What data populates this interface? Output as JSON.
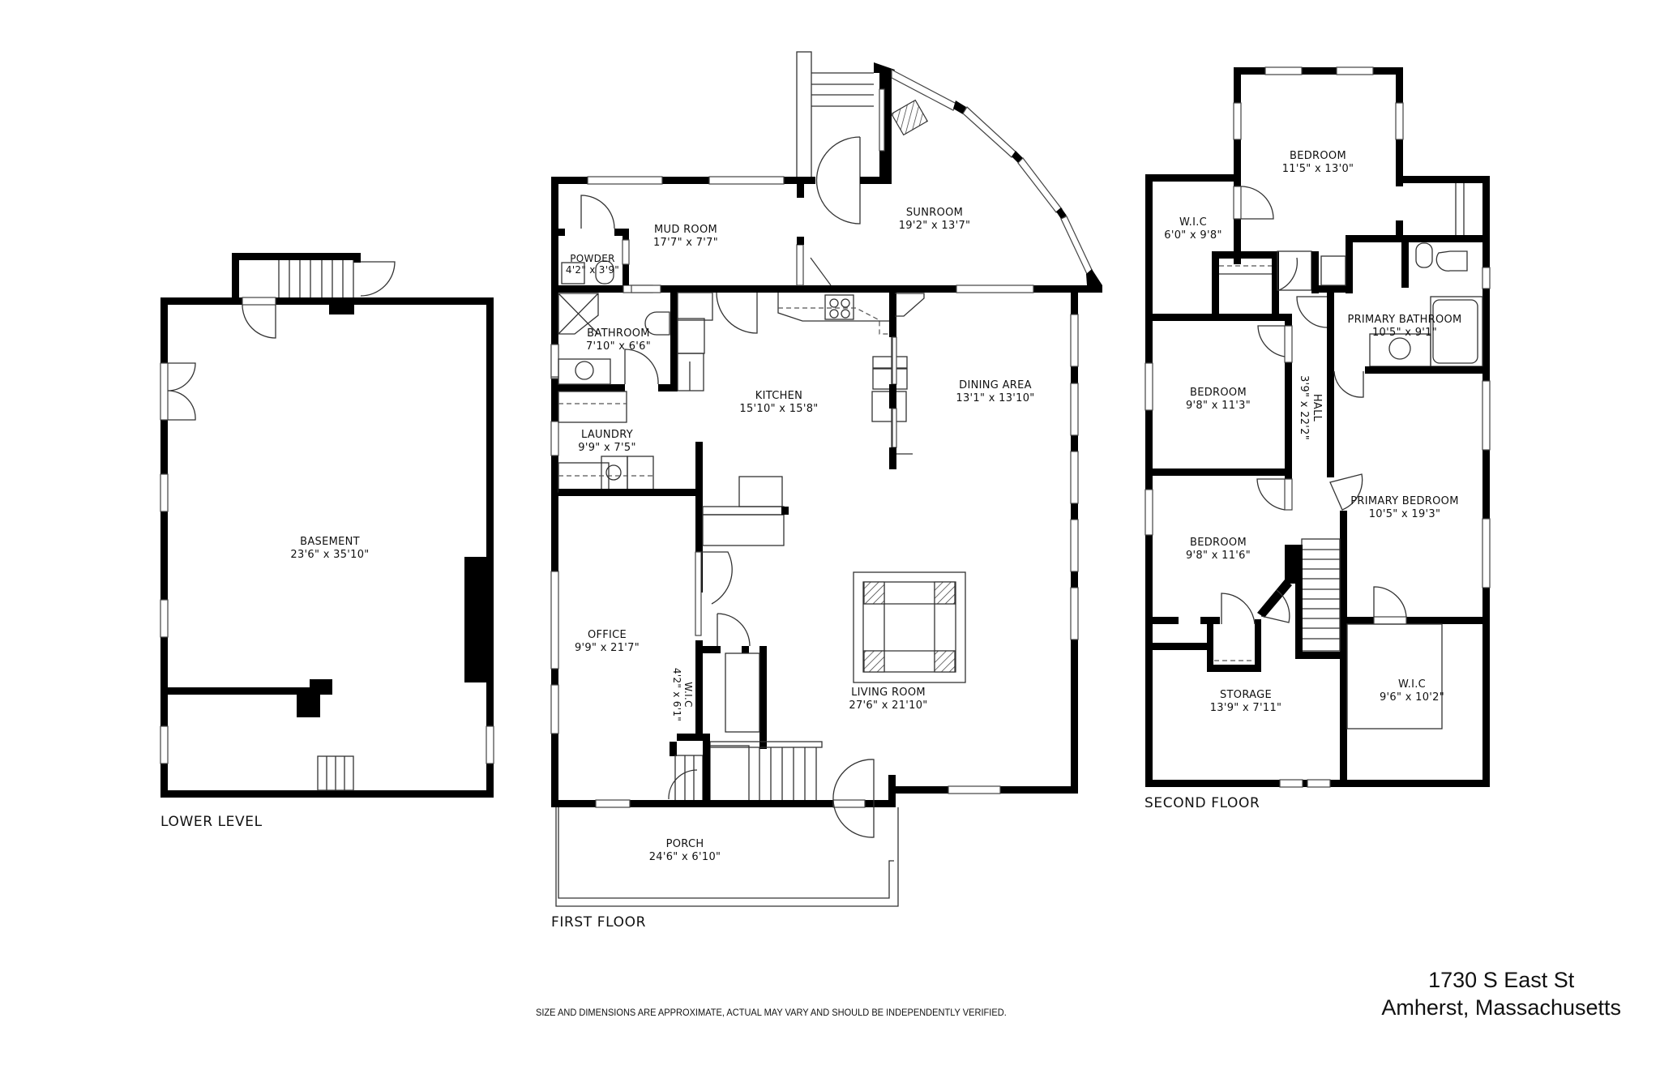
{
  "floors": {
    "lower_level": {
      "title": "LOWER LEVEL",
      "rooms": [
        {
          "name": "BASEMENT",
          "dims": "23'6\" x 35'10\""
        }
      ]
    },
    "first_floor": {
      "title": "FIRST FLOOR",
      "rooms": [
        {
          "name": "MUD ROOM",
          "dims": "17'7\" x 7'7\""
        },
        {
          "name": "POWDER",
          "dims": "4'2\" x 3'9\""
        },
        {
          "name": "SUNROOM",
          "dims": "19'2\" x 13'7\""
        },
        {
          "name": "BATHROOM",
          "dims": "7'10\" x 6'6\""
        },
        {
          "name": "KITCHEN",
          "dims": "15'10\" x 15'8\""
        },
        {
          "name": "DINING AREA",
          "dims": "13'1\" x 13'10\""
        },
        {
          "name": "LAUNDRY",
          "dims": "9'9\" x 7'5\""
        },
        {
          "name": "OFFICE",
          "dims": "9'9\" x 21'7\""
        },
        {
          "name": "W.I.C",
          "dims": "4'2\" x 6'1\""
        },
        {
          "name": "LIVING ROOM",
          "dims": "27'6\" x 21'10\""
        },
        {
          "name": "PORCH",
          "dims": "24'6\" x 6'10\""
        }
      ]
    },
    "second_floor": {
      "title": "SECOND FLOOR",
      "rooms": [
        {
          "name": "BEDROOM",
          "dims": "11'5\" x 13'0\""
        },
        {
          "name": "W.I.C",
          "dims": "6'0\" x 9'8\""
        },
        {
          "name": "PRIMARY BATHROOM",
          "dims": "10'5\" x 9'1\""
        },
        {
          "name": "BEDROOM",
          "dims": "9'8\" x 11'3\""
        },
        {
          "name": "HALL",
          "dims": "3'9\" x 22'2\""
        },
        {
          "name": "PRIMARY BEDROOM",
          "dims": "10'5\" x 19'3\""
        },
        {
          "name": "BEDROOM",
          "dims": "9'8\" x 11'6\""
        },
        {
          "name": "STORAGE",
          "dims": "13'9\" x 7'11\""
        },
        {
          "name": "W.I.C",
          "dims": "9'6\" x 10'2\""
        }
      ]
    }
  },
  "footer": {
    "disclaimer": "SIZE AND DIMENSIONS ARE APPROXIMATE, ACTUAL MAY VARY AND SHOULD BE INDEPENDENTLY VERIFIED.",
    "address_line1": "1730 S East St",
    "address_line2": "Amherst, Massachusetts"
  },
  "colors": {
    "wall": "#000000",
    "background": "#ffffff",
    "line": "#333333"
  }
}
